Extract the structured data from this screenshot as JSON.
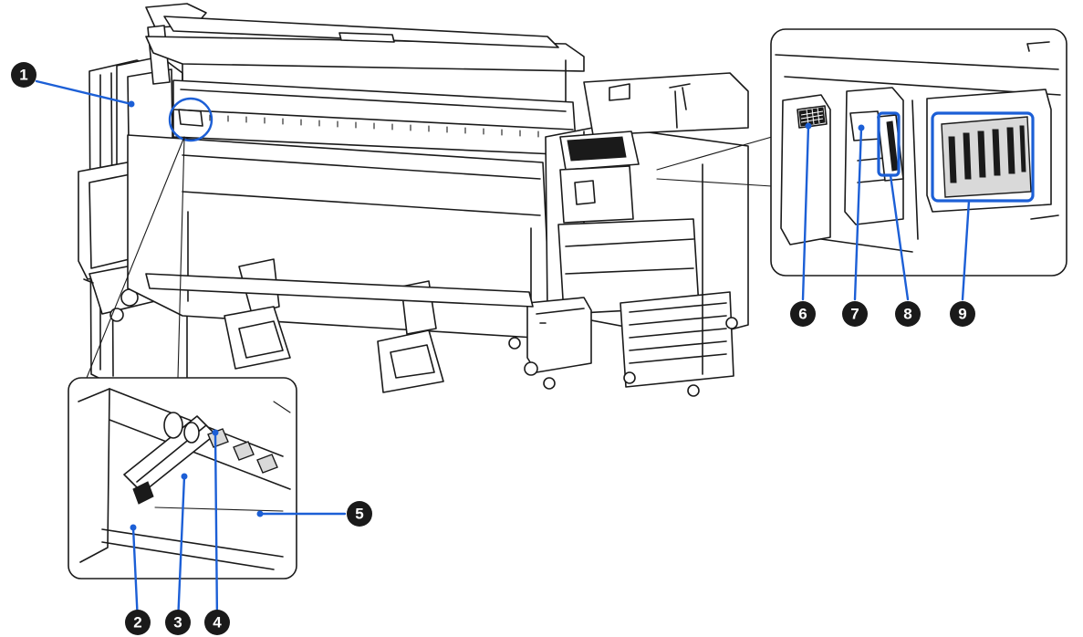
{
  "callouts": [
    {
      "id": "1",
      "label": "1"
    },
    {
      "id": "2",
      "label": "2"
    },
    {
      "id": "3",
      "label": "3"
    },
    {
      "id": "4",
      "label": "4"
    },
    {
      "id": "5",
      "label": "5"
    },
    {
      "id": "6",
      "label": "6"
    },
    {
      "id": "7",
      "label": "7"
    },
    {
      "id": "8",
      "label": "8"
    },
    {
      "id": "9",
      "label": "9"
    }
  ],
  "colors": {
    "callout_leader": "#1c5fd6",
    "callout_badge": "#1a1a1a",
    "outline": "#1a1a1a"
  }
}
